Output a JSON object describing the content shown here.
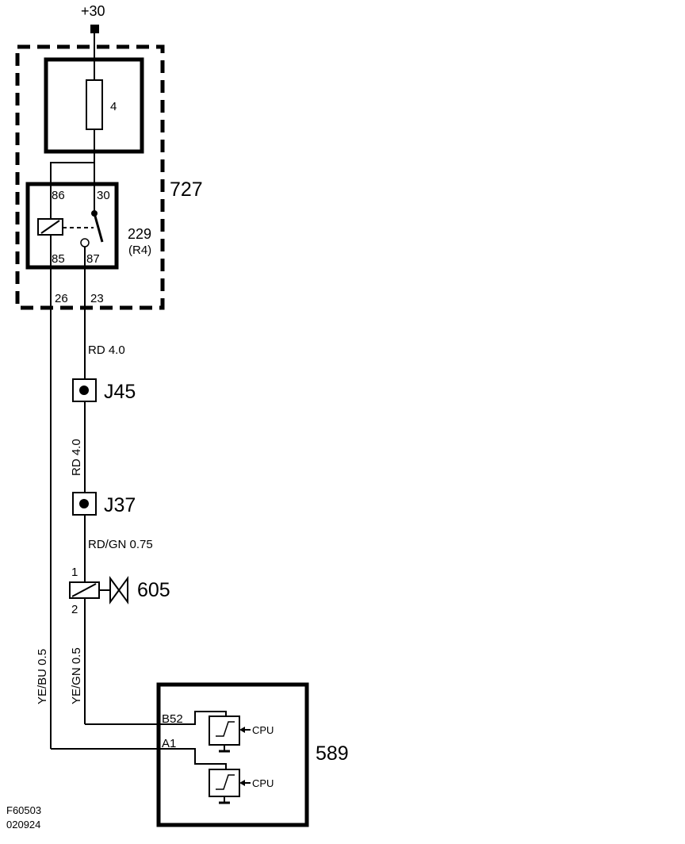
{
  "supply": {
    "label": "+30"
  },
  "fuse": {
    "number": "4"
  },
  "module_727": {
    "label": "727"
  },
  "relay": {
    "label": "229",
    "sub_label": "(R4)",
    "pins": {
      "p86": "86",
      "p30": "30",
      "p85": "85",
      "p87": "87"
    }
  },
  "connector_pins": {
    "p26": "26",
    "p23": "23"
  },
  "wires": {
    "w1": "RD  4.0",
    "w2": "RD  4.0",
    "w3": "RD/GN  0.75",
    "w4": "YE/GN  0.5",
    "w5": "YE/BU  0.5"
  },
  "splices": {
    "j45": "J45",
    "j37": "J37"
  },
  "valve": {
    "label": "605",
    "pin1": "1",
    "pin2": "2"
  },
  "ecu": {
    "label": "589",
    "pin_b52": "B52",
    "pin_a1": "A1",
    "cpu1": "CPU",
    "cpu2": "CPU"
  },
  "footer": {
    "code": "F60503",
    "date": "020924"
  }
}
